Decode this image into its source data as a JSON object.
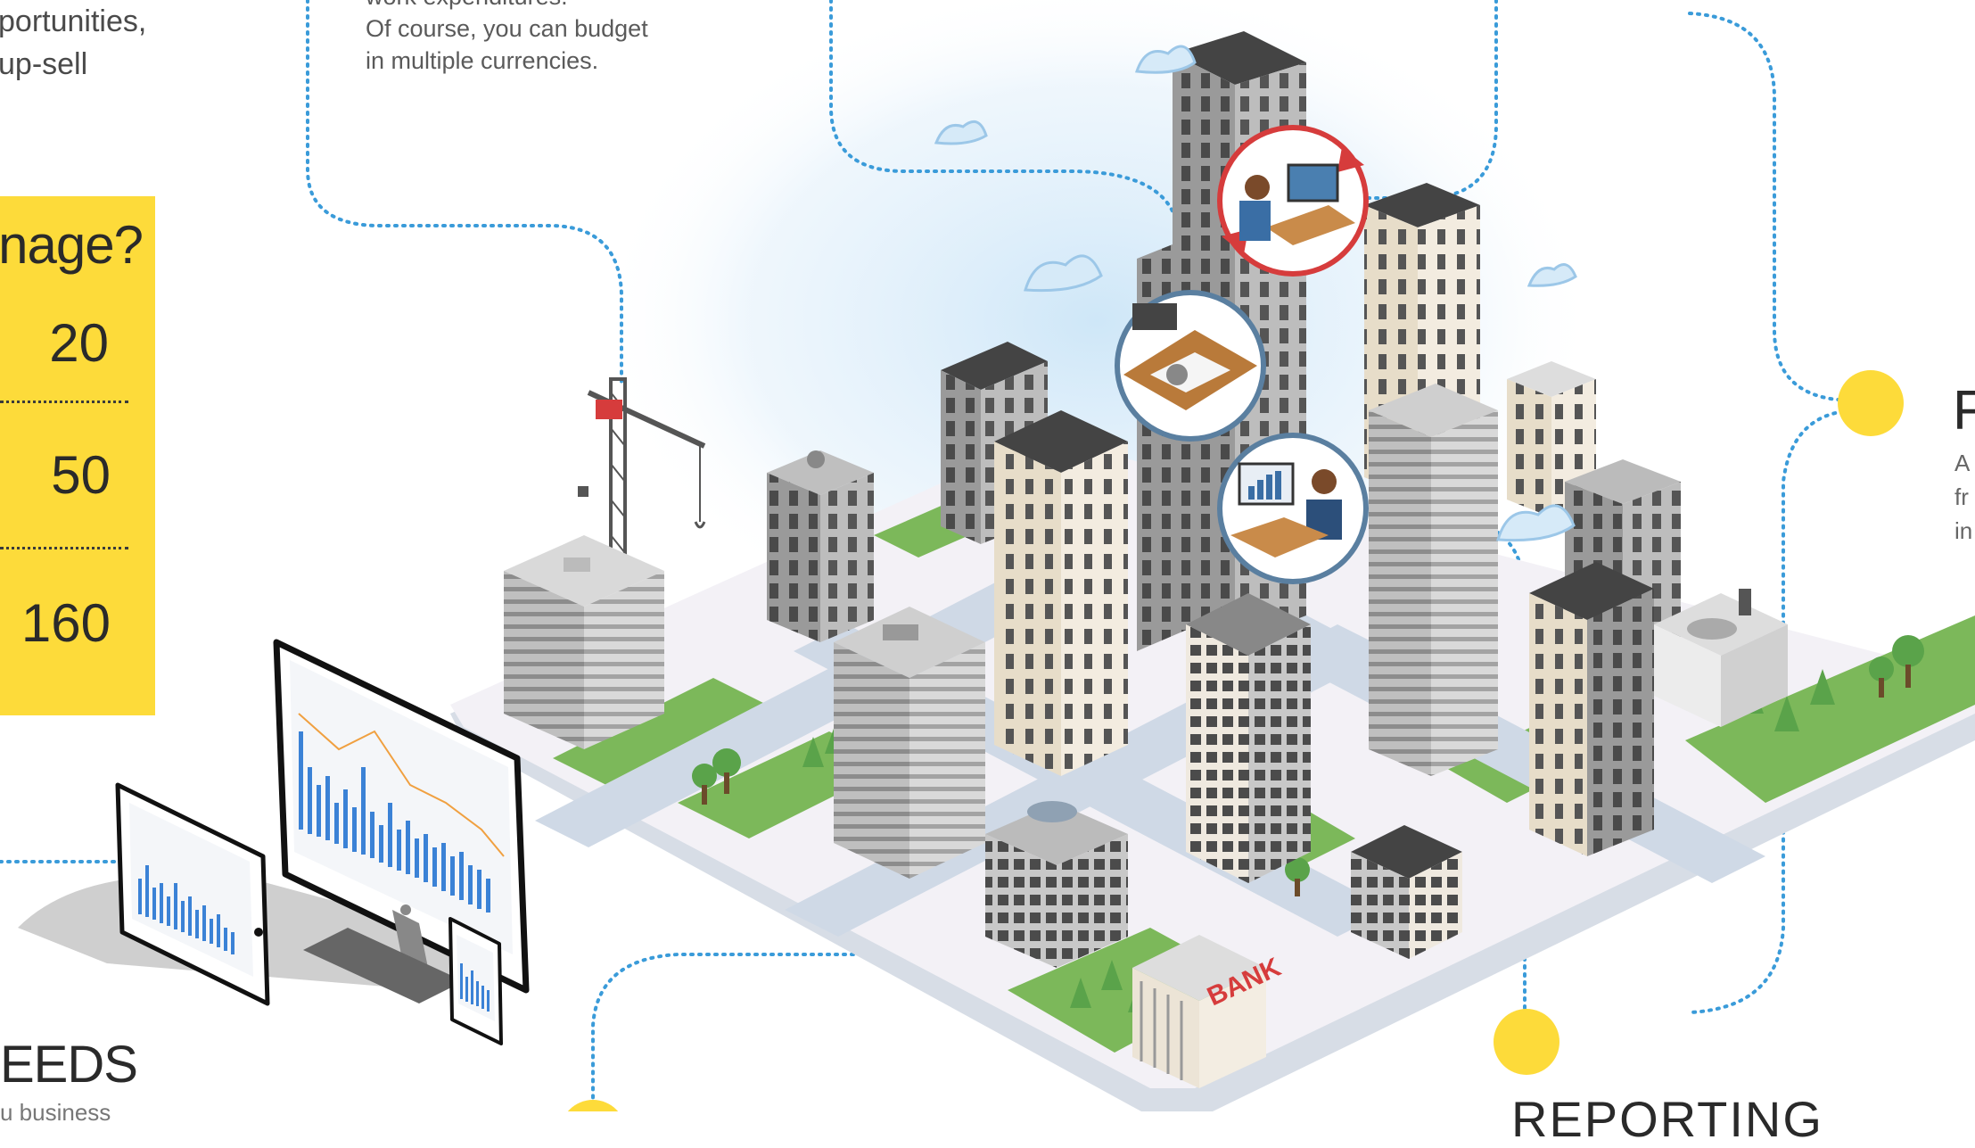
{
  "top_left_text": {
    "line1": "portunities,",
    "line2": "up-sell"
  },
  "budget_text": {
    "line1": "work expenditures.",
    "line2": "Of course, you can budget",
    "line3": "in multiple currencies."
  },
  "yellow_panel": {
    "question": "nage?",
    "values": [
      "20",
      "50",
      "160"
    ]
  },
  "left_feature": {
    "title": "EEDS",
    "subtitle": "u business"
  },
  "right_feature": {
    "title": "F",
    "lines": [
      "A",
      "fr",
      "in"
    ]
  },
  "bottom_feature": {
    "title": "REPORTING"
  },
  "building_sign": {
    "label": "BANK"
  },
  "colors": {
    "accent_yellow": "#fddb3a",
    "dotted_blue": "#3a9bd9",
    "grass": "#7cb85a",
    "road": "#cfd9e6",
    "sign_red": "#d63c3c"
  },
  "icons": {
    "circle_1": "person-at-desk-finance-icon",
    "circle_2": "document-with-pie-chart-icon",
    "circle_3": "person-with-bar-chart-icon",
    "devices": "monitor-tablet-phone-charts-icon",
    "crane": "construction-crane-icon",
    "cloud": "cloud-icon"
  }
}
